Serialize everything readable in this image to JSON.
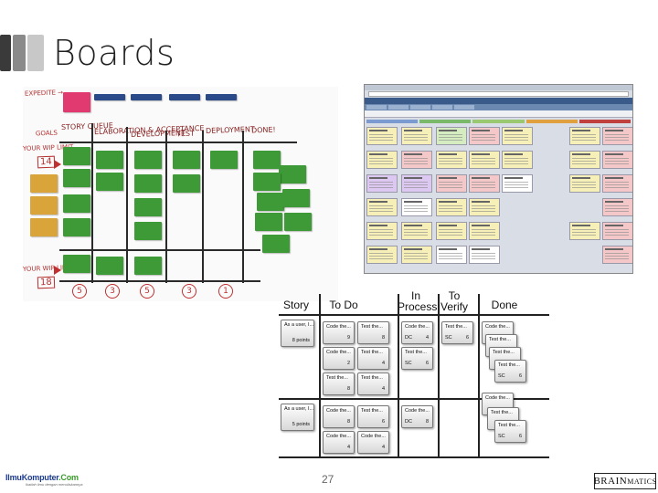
{
  "slide": {
    "title": "Boards",
    "page_number": "27"
  },
  "whiteboard": {
    "expedite_label": "EXPEDITE →",
    "goals_label": "GOALS",
    "columns": [
      "STORY QUEUE",
      "ELABORATION & ACCEPTANCE",
      "DEVELOPMENT",
      "TEST",
      "DEPLOYMENT",
      "DONE!"
    ],
    "note_top": "YOUR WIP LIMIT",
    "note_top_value": "14",
    "note_bottom": "YOUR WIP LIMIT",
    "note_bottom_value": "18",
    "wip_limits": [
      "5",
      "3",
      "5",
      "3",
      "1"
    ]
  },
  "taskboard": {
    "headers": [
      "Story",
      "To Do",
      "In Process",
      "To Verify",
      "Done"
    ],
    "story_cards": [
      {
        "text": "As a user, I...",
        "points": "8 points"
      },
      {
        "text": "As a user, I...",
        "points": "5 points"
      }
    ],
    "todo_cards": [
      {
        "text": "Code the...",
        "num": "9"
      },
      {
        "text": "Test the...",
        "num": "8"
      },
      {
        "text": "Code the...",
        "num": "2"
      },
      {
        "text": "Test the...",
        "num": "4"
      },
      {
        "text": "Test the...",
        "num": "8"
      },
      {
        "text": "Test the...",
        "num": "4"
      },
      {
        "text": "Code the...",
        "num": "8"
      },
      {
        "text": "Test the...",
        "num": "6"
      },
      {
        "text": "Code the...",
        "num": "4"
      },
      {
        "text": "Code the...",
        "num": "4"
      }
    ],
    "inprocess_cards": [
      {
        "text": "Code the...",
        "owner": "DC",
        "num": "4"
      },
      {
        "text": "Test the...",
        "owner": "SC",
        "num": "6"
      },
      {
        "text": "Code the...",
        "owner": "DC",
        "num": "8"
      }
    ],
    "verify_cards": [
      {
        "text": "Test the...",
        "owner": "SC",
        "num": "6"
      }
    ],
    "done_cards": [
      {
        "text": "Code the...",
        "owner": "",
        "num": ""
      },
      {
        "text": "Test the...",
        "owner": "",
        "num": ""
      },
      {
        "text": "Test the...",
        "owner": "",
        "num": ""
      },
      {
        "text": "Test the...",
        "owner": "SC",
        "num": "6"
      },
      {
        "text": "Code the...",
        "owner": "",
        "num": ""
      },
      {
        "text": "Test the...",
        "owner": "",
        "num": ""
      },
      {
        "text": "Test the...",
        "owner": "SC",
        "num": "6"
      }
    ]
  },
  "footer": {
    "logo_left_main": "IlmuKomputer",
    "logo_left_suffix": ".Com",
    "logo_left_tag": "Ikatlah ilmu dengan menuliskannya",
    "logo_right_main": "BRAIN",
    "logo_right_suffix": "MATICS"
  },
  "colors": {
    "sticky_green": "#3d9a36",
    "sticky_yellow": "#d9a53a",
    "sticky_pink": "#e13a70",
    "marker_red": "#c03030"
  }
}
